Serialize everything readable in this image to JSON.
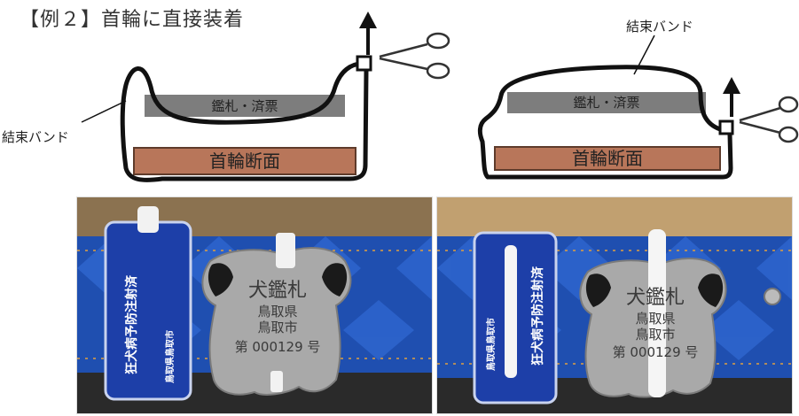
{
  "title": "【例２】首輪に直接装着",
  "diagram_left": {
    "band_label": "結束バンド",
    "tag_bar_label": "鑑札・済票",
    "collar_label": "首輪断面"
  },
  "diagram_right": {
    "band_label": "結束バンド",
    "tag_bar_label": "鑑札・済票",
    "collar_label": "首輪断面"
  },
  "photos": {
    "blue_tag_text_1": "狂犬病予防注射済",
    "blue_tag_text_2": "鳥取県鳥取市",
    "metal_tag_line1": "犬鑑札",
    "metal_tag_line2": "鳥取県",
    "metal_tag_line3": "鳥取市",
    "metal_tag_number": "第 000129 号"
  },
  "colors": {
    "collar_fill": "#b8765a",
    "tag_bar_fill": "#7d7d7d",
    "band_outline": "#111111",
    "collar_blue": "#1f4fb0",
    "metal": "#a9a9a9"
  }
}
